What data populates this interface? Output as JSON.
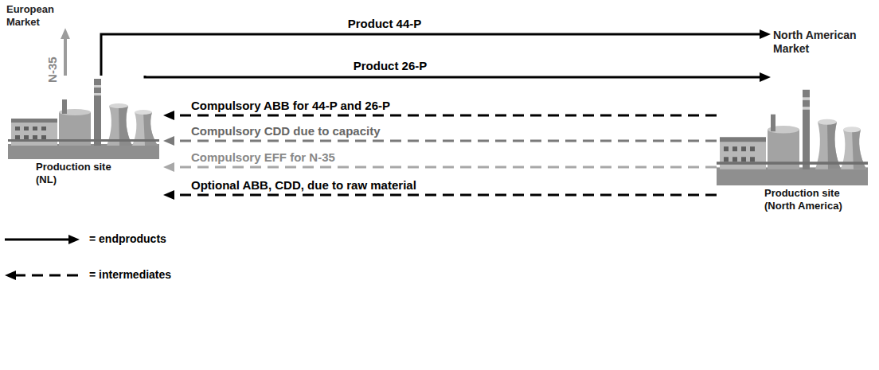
{
  "diagram": {
    "nodes": [
      {
        "text": [
          "European Market"
        ]
      },
      {
        "text": [
          "North American Market"
        ]
      },
      {
        "text": [
          "Production site (NL)"
        ]
      },
      {
        "text": [
          "Production site (North America)"
        ]
      }
    ],
    "edges": [
      {
        "from": 2,
        "to": 0,
        "arrow": "to",
        "label": "N-35"
      },
      {
        "from": 2,
        "to": 1,
        "arrow": "to",
        "label": "Product 44-P"
      },
      {
        "from": 2,
        "to": 1,
        "arrow": "to",
        "label": "Product 26-P"
      },
      {
        "from": 3,
        "to": 2,
        "arrow": "to",
        "label": "Compulsory ABB for 44-P and 26-P"
      },
      {
        "from": 3,
        "to": 2,
        "arrow": "to",
        "label": "Compulsory CDD due to capacity"
      },
      {
        "from": 3,
        "to": 2,
        "arrow": "to",
        "label": "Compulsory EFF for N-35"
      },
      {
        "from": 3,
        "to": 2,
        "arrow": "to",
        "label": "Optional ABB, CDD, due to raw material"
      }
    ],
    "legend": [
      {
        "text": "= endproducts"
      },
      {
        "text": "= intermediates"
      }
    ]
  }
}
